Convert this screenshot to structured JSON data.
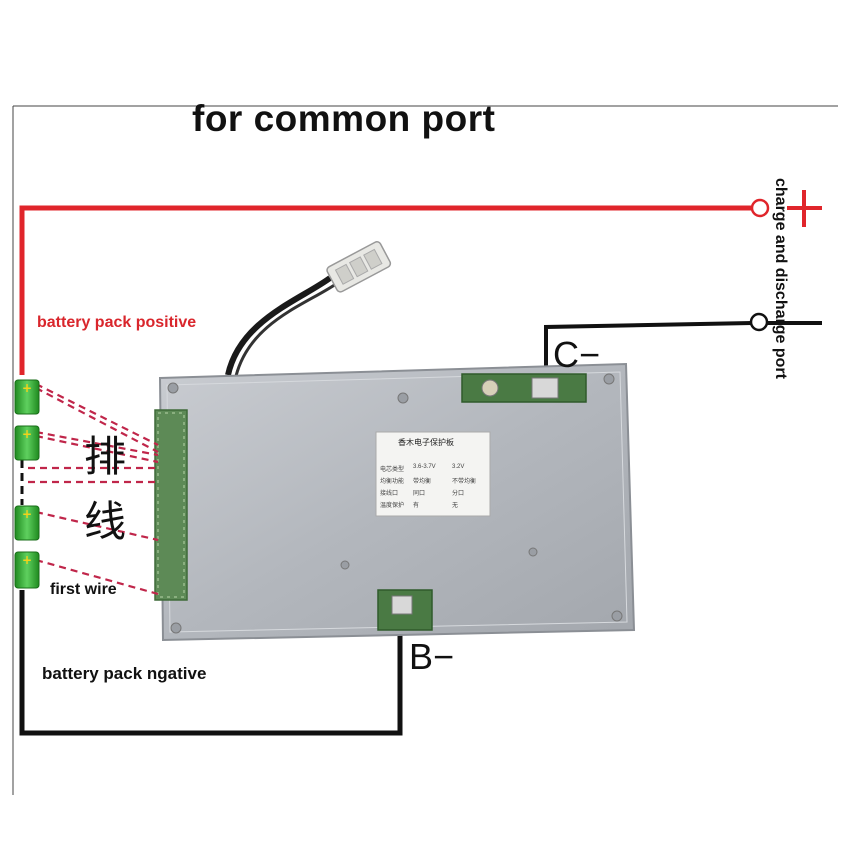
{
  "title": "for common port",
  "labels": {
    "positive": "battery pack positive",
    "negative": "battery pack ngative",
    "first_wire": "first wire",
    "port": "charge and discharge port",
    "c_minus": "C−",
    "b_minus": "B−",
    "ribbon_cjk_1": "排",
    "ribbon_cjk_2": "线"
  },
  "board_plate": {
    "title": "香木电子保护板",
    "row1": [
      "电芯类型",
      "3.6-3.7V",
      "3.2V"
    ],
    "row2": [
      "均衡功能",
      "带均衡",
      "不带均衡"
    ],
    "row3": [
      "接线口",
      "同口",
      "分口"
    ],
    "row4": [
      "温度保护",
      "有",
      "无"
    ]
  },
  "colors": {
    "positive_wire": "#e0252b",
    "negative_wire": "#111111",
    "label_red": "#d9262c",
    "battery_green": "#2faa2f",
    "ribbon_dash": "#c0264a",
    "board_metal": "#b8bcc2"
  },
  "icons": {
    "plus_symbol": "plus-icon",
    "terminal": "ring-terminal-icon",
    "cell": "battery-cell-icon"
  }
}
